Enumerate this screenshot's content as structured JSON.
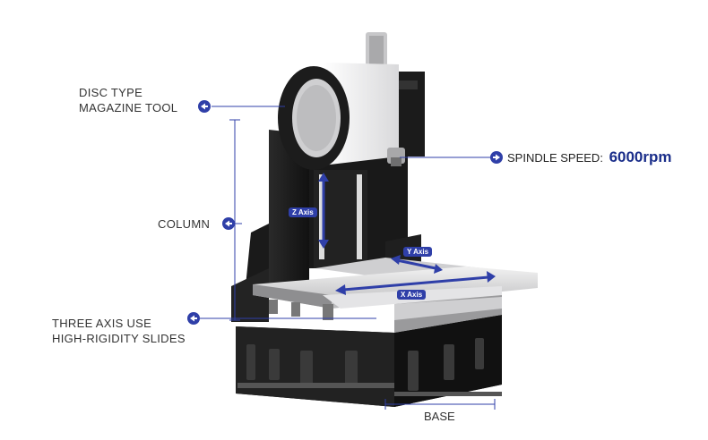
{
  "labels": {
    "disc_magazine": [
      "DISC TYPE",
      "MAGAZINE TOOL"
    ],
    "column": "COLUMN",
    "slides": [
      "THREE AXIS USE",
      "HIGH-RIGIDITY SLIDES"
    ],
    "spindle_speed_label": "SPINDLE SPEED:",
    "spindle_speed_value": "6000rpm",
    "base": "BASE"
  },
  "axes": {
    "z": "Z Axis",
    "y": "Y Axis",
    "x": "X Axis"
  },
  "colors": {
    "accent": "#2f3fa8",
    "value_text": "#1a2e8a",
    "machine_dark": "#1e1e1e",
    "machine_light": "#e9e9ea"
  },
  "icons": [
    "arrow-left-circle-icon",
    "arrow-right-circle-icon"
  ]
}
